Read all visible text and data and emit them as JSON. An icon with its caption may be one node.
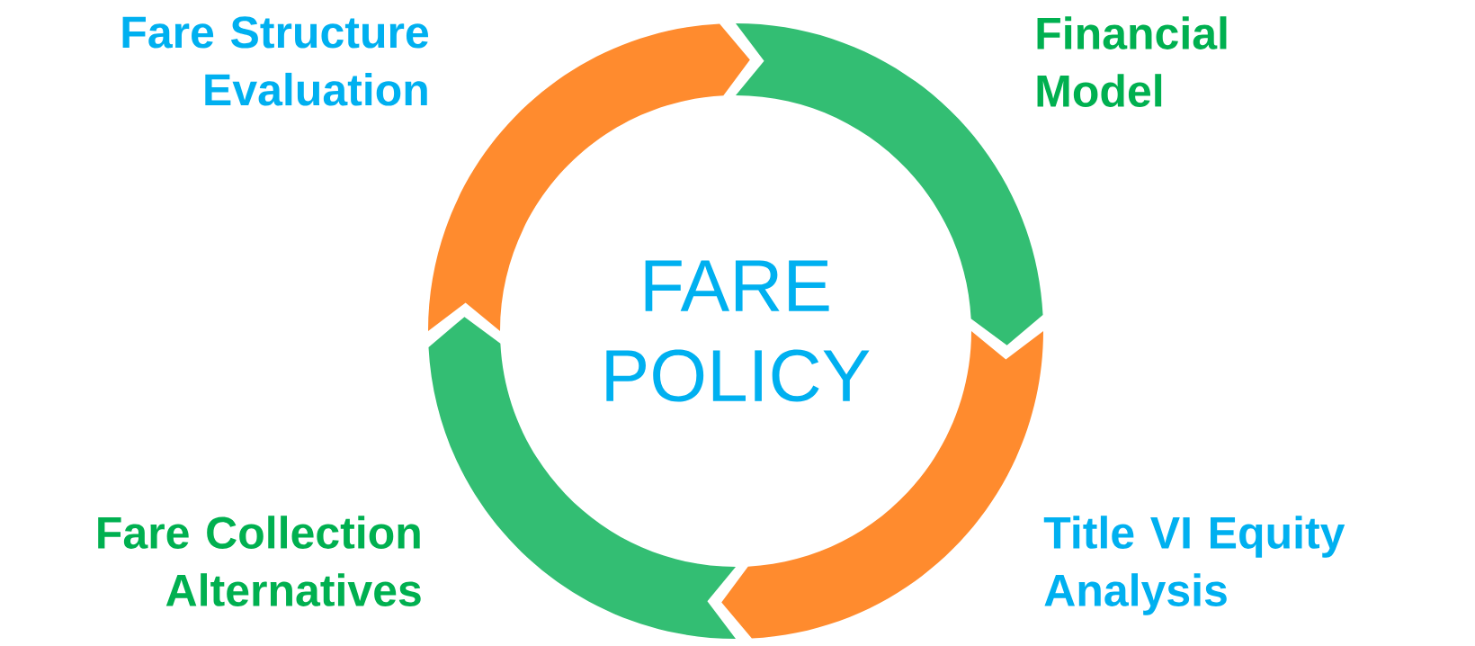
{
  "diagram": {
    "nodes": [
      {
        "text": [],
        "shape": "arc",
        "beside": [
          "Fare Structure Evaluation"
        ]
      },
      {
        "text": [],
        "shape": "arc",
        "beside": [
          "Financial Model"
        ]
      },
      {
        "text": [],
        "shape": "arc",
        "beside": [
          "Title VI Equity Analysis"
        ]
      },
      {
        "text": [],
        "shape": "arc",
        "beside": [
          "Fare Collection Alternatives"
        ]
      }
    ],
    "labels": [
      "FARE POLICY"
    ]
  }
}
